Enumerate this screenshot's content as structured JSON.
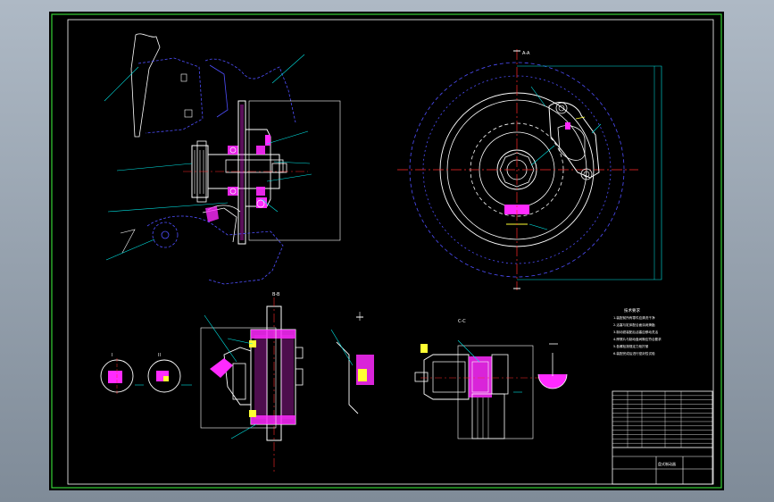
{
  "viewport": {
    "background": "#97a3b0",
    "sheet_background": "#000000"
  },
  "colors": {
    "frame": "#35d235",
    "outline": "#ffffff",
    "hidden": "#4f4fff",
    "center": "#ff2a2a",
    "leader": "#00e6e6",
    "hatch": "#ff2aff",
    "yellow": "#ffff33"
  },
  "labels": {
    "view_ab": "A-A",
    "view_bb": "B-B",
    "view_cc": "C-C",
    "detail_i": "I",
    "detail_ii": "II",
    "title_name": "盘式制动器",
    "tech_title": "技术要求"
  },
  "tech_requirements": [
    "1.装配前所有零件应清洗干净",
    "2.活塞与缸体配合面涂润滑脂",
    "3.制动钳装配后活塞应移动灵活",
    "4.摩擦片与制动盘间隙应符合要求",
    "5.各螺栓按规定力矩拧紧",
    "6.装配完成后进行密封性试验"
  ]
}
